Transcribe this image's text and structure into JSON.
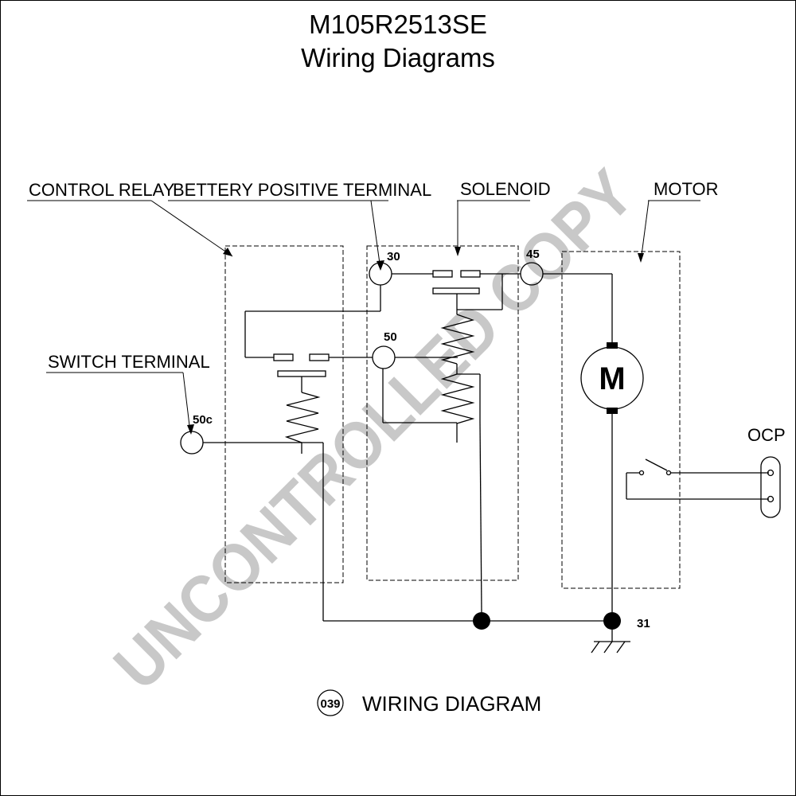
{
  "title": {
    "model": "M105R2513SE",
    "subtitle": "Wiring Diagrams"
  },
  "labels": {
    "control_relay": "CONTROL RELAY",
    "battery_positive_terminal": "BETTERY POSITIVE TERMINAL",
    "solenoid": "SOLENOID",
    "motor": "MOTOR",
    "switch_terminal": "SWITCH TERMINAL",
    "ocp": "OCP",
    "motor_symbol": "M"
  },
  "terminals": {
    "t30": "30",
    "t45": "45",
    "t50": "50",
    "t50c": "50c",
    "t31": "31"
  },
  "caption": {
    "number": "039",
    "text": "WIRING DIAGRAM"
  },
  "watermark": "UNCONTROLLED COPY",
  "colors": {
    "ink": "#000000",
    "watermark": "#c8c8c8"
  }
}
